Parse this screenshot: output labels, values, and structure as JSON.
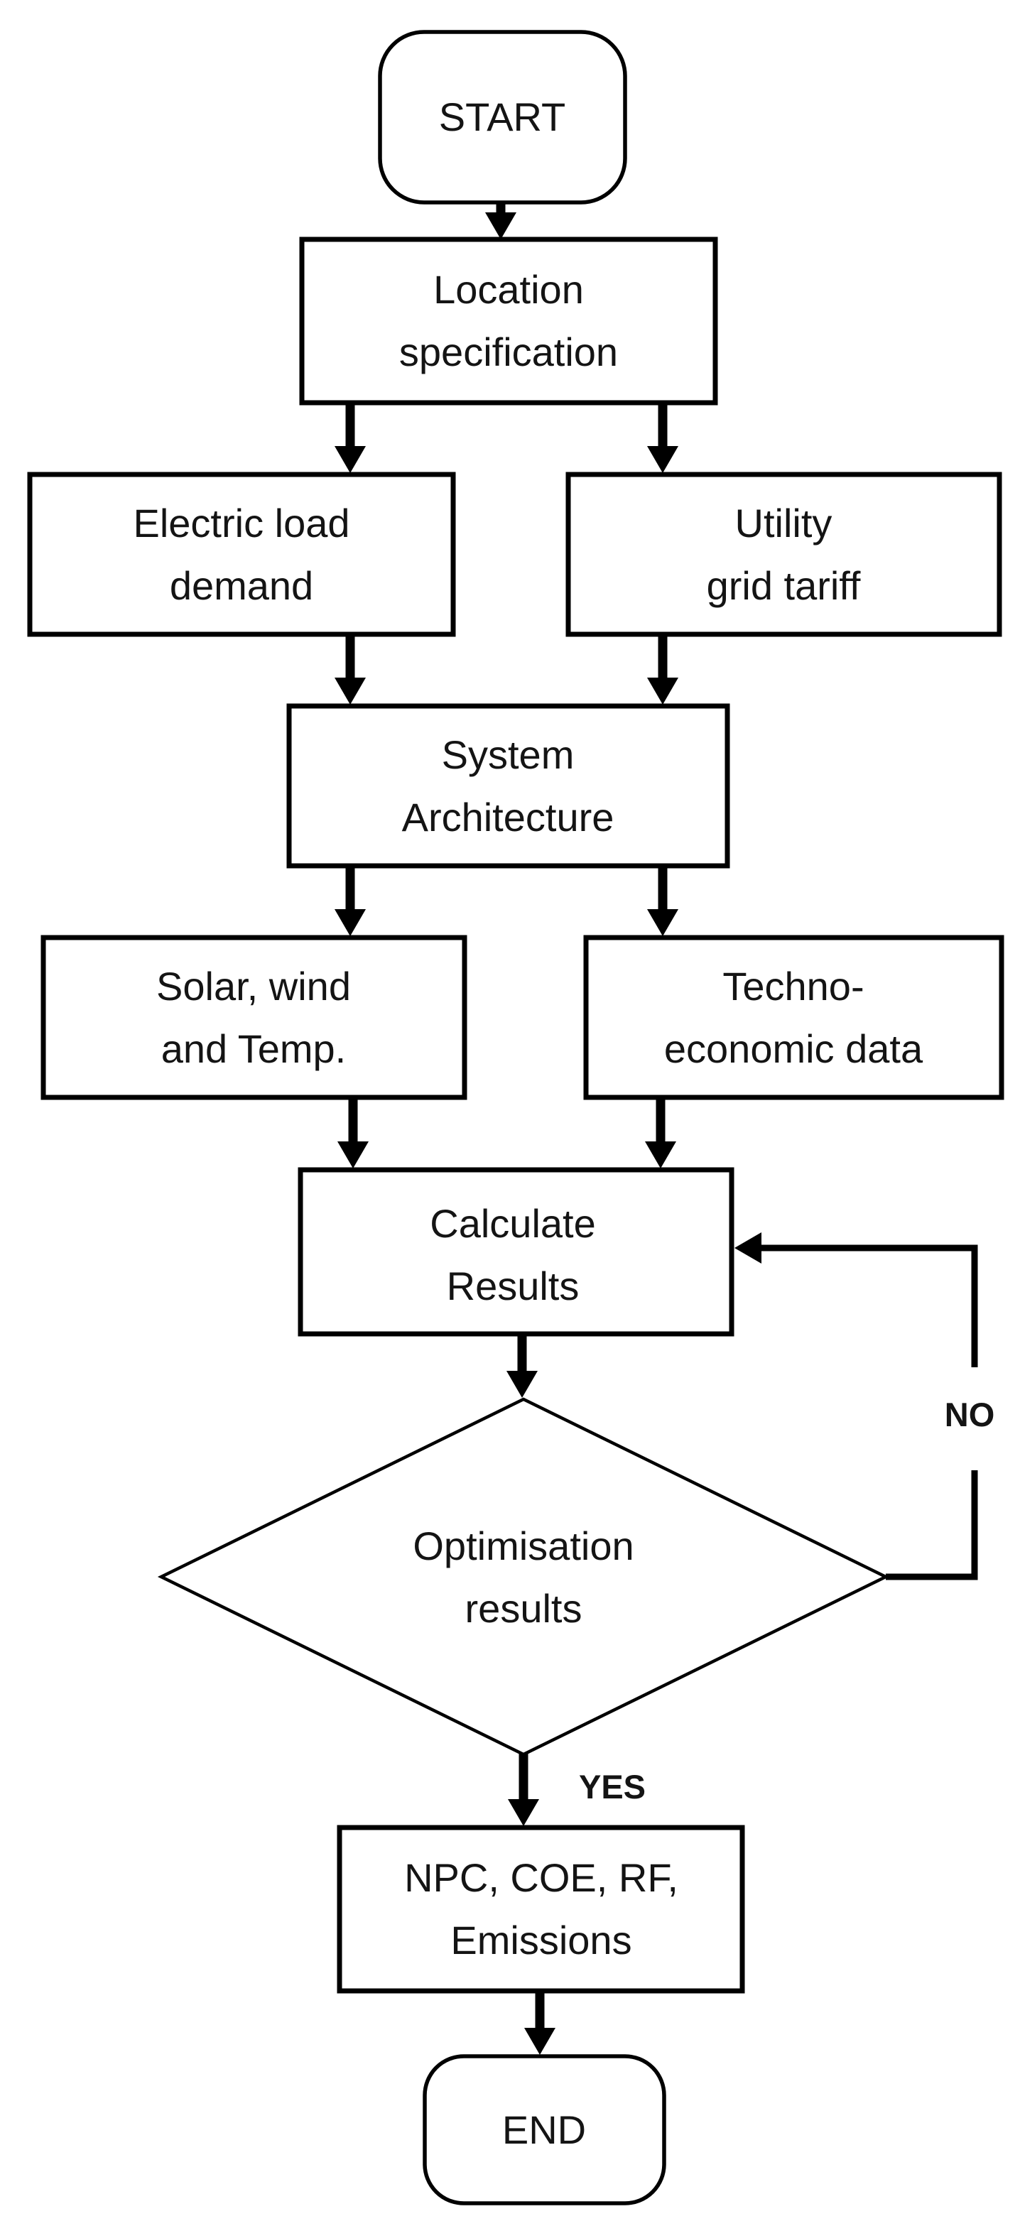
{
  "figure": {
    "background_color": "#ffffff",
    "line_color": "#000000",
    "text_color": "#141414"
  },
  "nodes": {
    "start": {
      "type": "terminator",
      "label": "START"
    },
    "location": {
      "type": "process",
      "line1": "Location",
      "line2": "specification"
    },
    "electric": {
      "type": "process",
      "line1": "Electric load",
      "line2": "demand"
    },
    "utility": {
      "type": "process",
      "line1": "Utility",
      "line2": "grid tariff"
    },
    "sysarch": {
      "type": "process",
      "line1": "System",
      "line2": "Architecture"
    },
    "solar": {
      "type": "process",
      "line1": "Solar, wind",
      "line2": "and Temp."
    },
    "techno": {
      "type": "process",
      "line1": "Techno-",
      "line2": "economic data"
    },
    "calculate": {
      "type": "process",
      "line1": "Calculate",
      "line2": "Results"
    },
    "decision": {
      "type": "decision",
      "line1": "Optimisation",
      "line2": "results"
    },
    "npc": {
      "type": "process",
      "line1": "NPC, COE, RF,",
      "line2": "Emissions"
    },
    "end": {
      "type": "terminator",
      "label": "END"
    }
  },
  "edges": {
    "no_label": "NO",
    "yes_label": "YES"
  }
}
